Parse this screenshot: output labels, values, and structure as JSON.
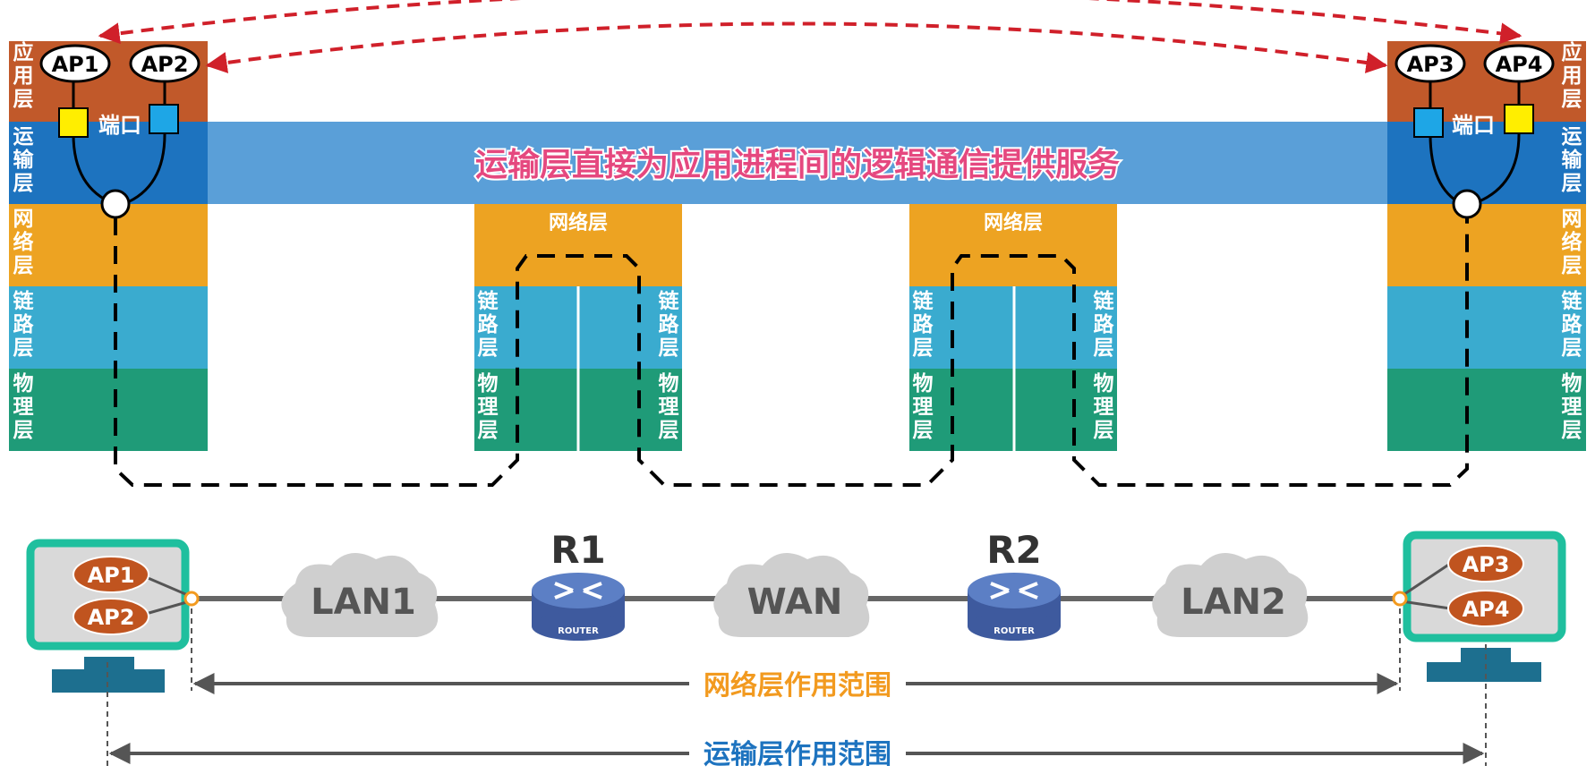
{
  "layers": {
    "application": "应用层",
    "transport": "运输层",
    "network": "网络层",
    "link": "链路层",
    "physical": "物理层"
  },
  "hosts": {
    "left": {
      "processes": [
        "AP1",
        "AP2"
      ],
      "port_label": "端口"
    },
    "right": {
      "processes": [
        "AP3",
        "AP4"
      ],
      "port_label": "端口"
    }
  },
  "routers": [
    {
      "name": "R1",
      "caption": "ROUTER",
      "layer_label": "网络层"
    },
    {
      "name": "R2",
      "caption": "ROUTER",
      "layer_label": "网络层"
    }
  ],
  "networks": [
    "LAN1",
    "WAN",
    "LAN2"
  ],
  "banner": "运输层直接为应用进程间的逻辑通信提供服务",
  "scope": {
    "network": "网络层作用范围",
    "transport": "运输层作用范围"
  },
  "colors": {
    "application": "#c1592a",
    "transport": "#1d73bf",
    "banner": "#5a9fd8",
    "network": "#eda322",
    "link": "#3aabcf",
    "physical": "#1f9b78",
    "banner_text": "#e5487f",
    "network_scope_text": "#f29a1f",
    "transport_scope_text": "#1d73bf",
    "monitor": "#1fbf9e",
    "ap_oval": "#c0541f",
    "router": "#4b6bb0",
    "cloud": "#cfcfcf",
    "dashed_red": "#d0202a"
  }
}
